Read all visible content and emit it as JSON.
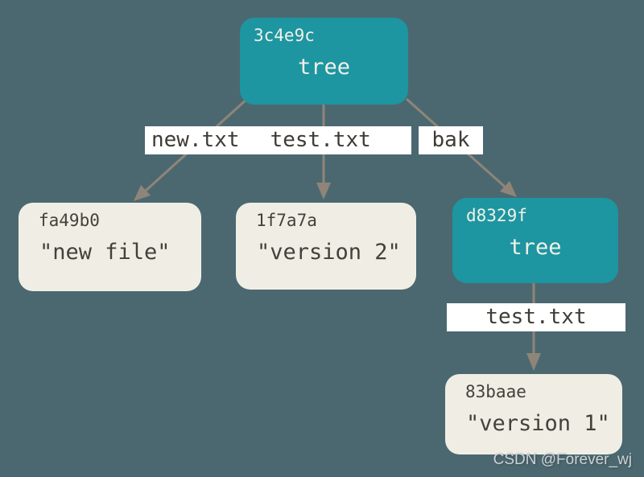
{
  "nodes": {
    "root": {
      "hash": "3c4e9c",
      "label": "tree"
    },
    "new_file": {
      "hash": "fa49b0",
      "label": "\"new file\""
    },
    "version2": {
      "hash": "1f7a7a",
      "label": "\"version 2\""
    },
    "bak_tree": {
      "hash": "d8329f",
      "label": "tree"
    },
    "version1": {
      "hash": "83baae",
      "label": "\"version 1\""
    }
  },
  "edge_labels": {
    "root_file1": "new.txt",
    "root_file2": "test.txt",
    "bak": "bak",
    "bak_file": "test.txt"
  },
  "watermark": "CSDN @Forever_wj",
  "colors": {
    "background": "#4b6871",
    "tree_node": "#1d96a1",
    "blob_node": "#f0eee4",
    "edge_label_bg": "#ffffff",
    "arrow": "#8e8578",
    "dark_text": "#3f3b36",
    "light_text": "#f2f0e9",
    "watermark_text": "#ccd3d6"
  }
}
